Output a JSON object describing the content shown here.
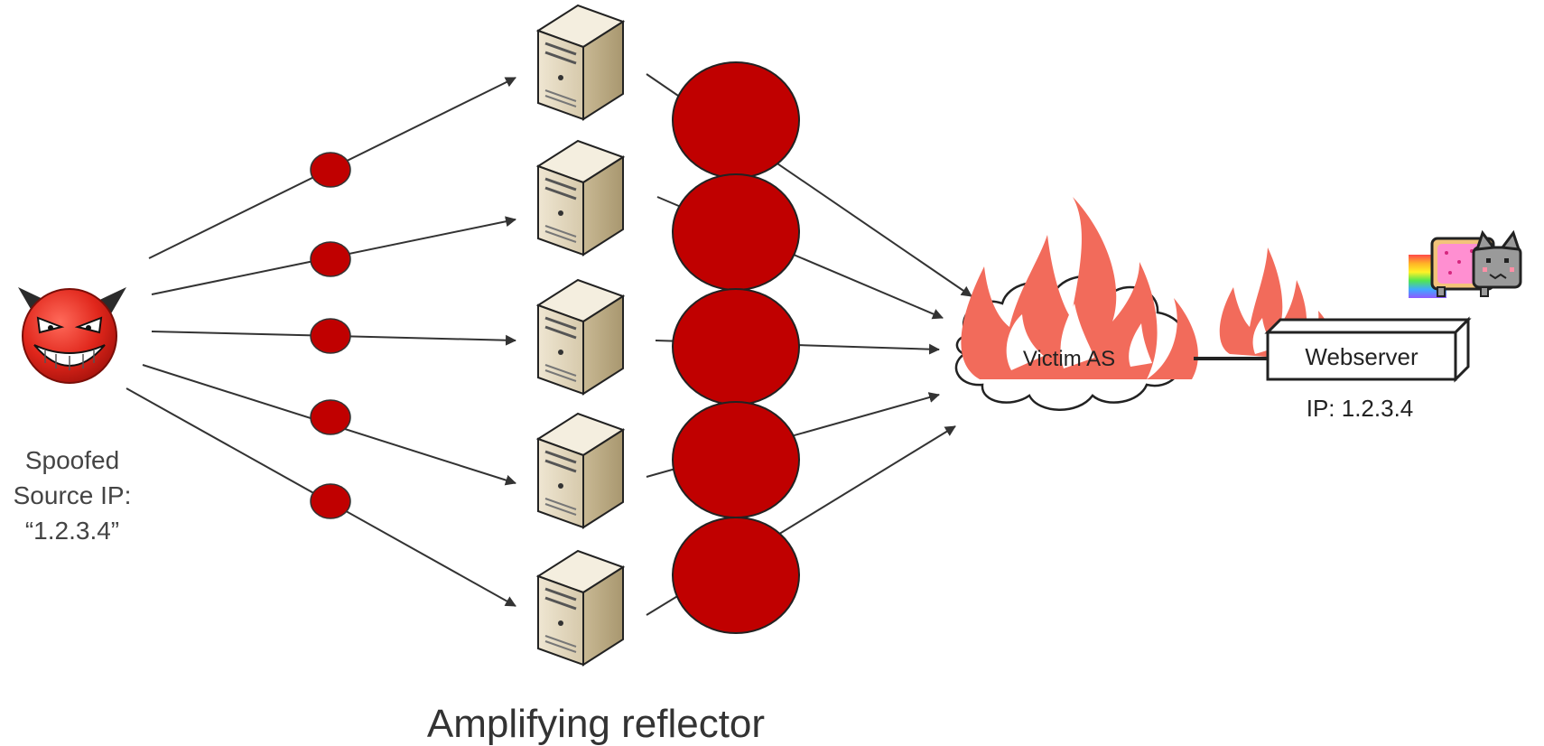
{
  "attacker": {
    "icon": "devil-face-icon",
    "label_lines": [
      "Spoofed",
      "Source IP:",
      "“1.2.3.4”"
    ]
  },
  "reflectors": {
    "label": "Amplifying reflector",
    "count": 5,
    "icon": "server-icon"
  },
  "victim_network": {
    "label": "Victim AS",
    "icon": "cloud-icon",
    "flames": "fire-icon"
  },
  "webserver": {
    "label": "Webserver",
    "ip_label": "IP: 1.2.3.4",
    "mascot": "nyan-cat-icon"
  },
  "colors": {
    "packet": "#C00000",
    "flame": "#F26B5B",
    "arrow": "#333333",
    "server_body": "#E3D9C2"
  }
}
